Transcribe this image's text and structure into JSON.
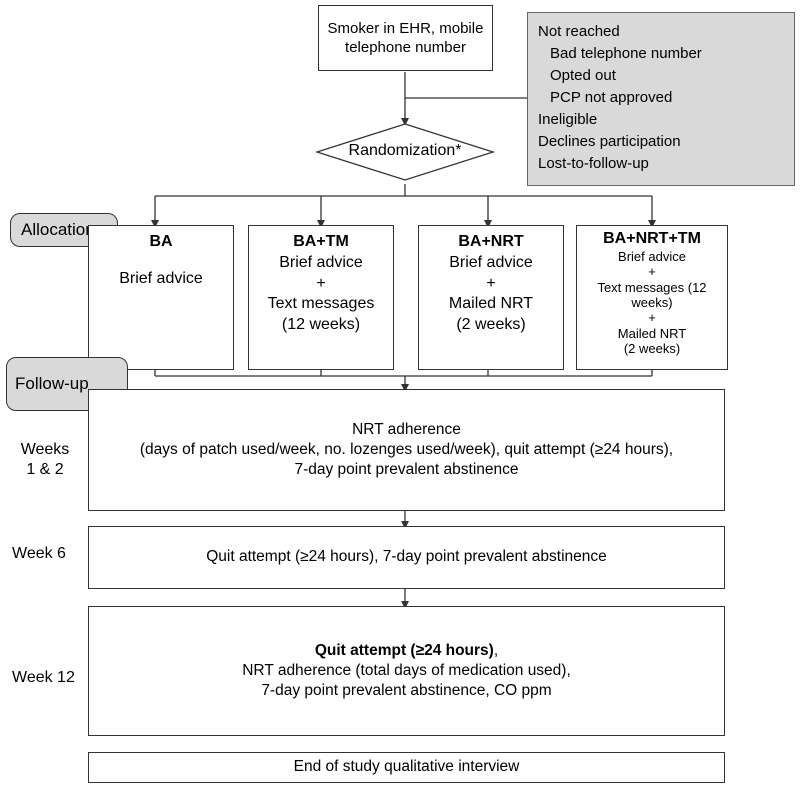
{
  "start": {
    "line1": "Smoker in EHR, mobile",
    "line2": "telephone number"
  },
  "exclusion": {
    "not_reached": "Not reached",
    "not_reached_items": [
      "Bad telephone number",
      "Opted out",
      "PCP not approved"
    ],
    "others": [
      "Ineligible",
      "Declines participation",
      "Lost-to-follow-up"
    ]
  },
  "randomization": "Randomization*",
  "labels": {
    "allocation": "Allocation",
    "followup": "Follow-up"
  },
  "arms": [
    {
      "title": "BA",
      "lines": [
        "Brief advice"
      ]
    },
    {
      "title": "BA+TM",
      "lines": [
        "Brief advice",
        "+",
        "Text messages",
        "(12 weeks)"
      ]
    },
    {
      "title": "BA+NRT",
      "lines": [
        "Brief advice",
        "+",
        "Mailed NRT",
        "(2 weeks)"
      ]
    },
    {
      "title": "BA+NRT+TM",
      "lines": [
        "Brief advice",
        "+",
        "Text messages (12",
        "weeks)",
        "+",
        "Mailed NRT",
        "(2 weeks)"
      ]
    }
  ],
  "timepoints": [
    {
      "label_line1": "Weeks",
      "label_line2": "1 & 2",
      "lines": [
        "NRT adherence",
        "(days of patch used/week, no. lozenges used/week), quit attempt (≥24 hours),",
        "7-day point prevalent abstinence"
      ]
    },
    {
      "label_line1": "Week 6",
      "lines": [
        "Quit attempt (≥24 hours), 7-day point prevalent abstinence"
      ]
    },
    {
      "label_line1": "Week 12",
      "bold_line": "Quit attempt (≥24 hours)",
      "bold_suffix": ",",
      "lines": [
        "NRT adherence (total days of medication used),",
        "7-day point prevalent abstinence, CO ppm"
      ]
    }
  ],
  "end": "End of study qualitative interview"
}
